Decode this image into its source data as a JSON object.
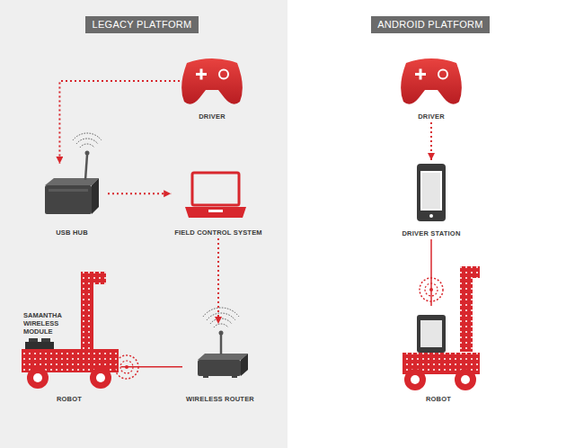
{
  "diagram": {
    "nodes": [
      {
        "text": [
          "LEGACY PLATFORM"
        ]
      },
      {
        "text": [
          "ANDROID PLATFORM"
        ]
      },
      {
        "text": [
          "DRIVER"
        ]
      },
      {
        "text": [
          "DRIVER"
        ]
      },
      {
        "text": [
          "USB HUB"
        ]
      },
      {
        "text": [
          "FIELD CONTROL SYSTEM"
        ]
      },
      {
        "text": [
          "DRIVER STATION"
        ]
      },
      {
        "text": [
          "ROBOT"
        ]
      },
      {
        "text": [
          "WIRELESS ROUTER"
        ]
      },
      {
        "text": [
          "ROBOT"
        ]
      }
    ],
    "edges": [
      {
        "from": 2,
        "to": 4,
        "arrow": "to"
      },
      {
        "from": 4,
        "to": 5,
        "arrow": "to"
      },
      {
        "from": 5,
        "to": 8,
        "arrow": "to"
      },
      {
        "from": 8,
        "to": 7,
        "arrow": "none"
      },
      {
        "from": 3,
        "to": 6,
        "arrow": "to"
      },
      {
        "from": 6,
        "to": 9,
        "arrow": "none"
      }
    ],
    "labels": [
      "SAMANTHA WIRELESS MODULE"
    ]
  }
}
